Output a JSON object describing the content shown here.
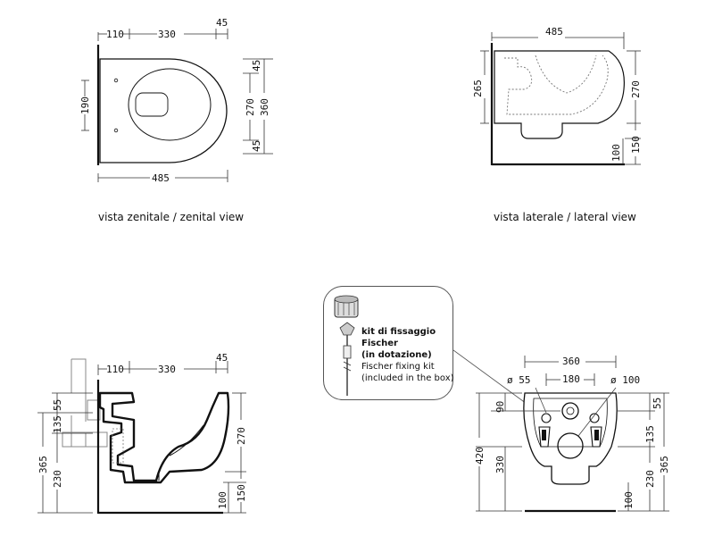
{
  "views": {
    "zenital": {
      "caption_it": "vista zenitale",
      "caption_sep": " / ",
      "caption_en": "zenital view",
      "dims": {
        "d110": "110",
        "d330": "330",
        "d45": "45",
        "d190": "190",
        "d485": "485",
        "d45a": "45",
        "d270": "270",
        "d45b": "45",
        "d360": "360"
      }
    },
    "lateral": {
      "caption_it": "vista laterale",
      "caption_sep": " / ",
      "caption_en": "lateral view",
      "dims": {
        "d485": "485",
        "d265": "265",
        "d270": "270",
        "d100": "100",
        "d150": "150"
      }
    },
    "section": {
      "dims": {
        "d110": "110",
        "d330": "330",
        "d45": "45",
        "d55": "55",
        "d135": "135",
        "d365": "365",
        "d230": "230",
        "d270": "270",
        "d100": "100",
        "d150": "150"
      }
    },
    "rear": {
      "dims": {
        "d360": "360",
        "d55": "ø 55",
        "d180": "180",
        "d100": "ø 100",
        "d90": "90",
        "d420": "420",
        "d330": "330",
        "d55r": "55",
        "d135": "135",
        "d365": "365",
        "d230": "230",
        "d100b": "100"
      }
    }
  },
  "kit": {
    "line1": "kit di fissaggio",
    "line2": "Fischer",
    "line3": "(in dotazione)",
    "line4": "Fischer fixing kit",
    "line5": "(included in the box)"
  },
  "colors": {
    "ink": "#111111",
    "dim_line": "#333333",
    "hidden_line": "#777777",
    "background": "#ffffff"
  }
}
